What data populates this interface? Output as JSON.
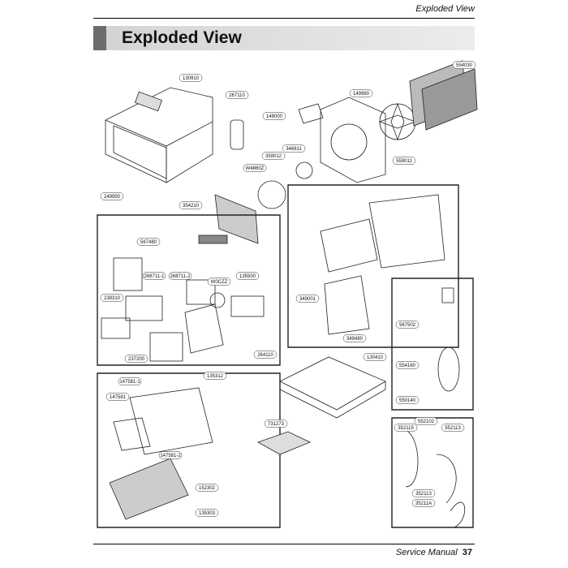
{
  "header": {
    "running_title": "Exploded View"
  },
  "title": "Exploded View",
  "footer": {
    "label": "Service Manual",
    "page_number": "37"
  },
  "part_labels": [
    "130910",
    "267110",
    "149980",
    "554030",
    "148000",
    "346811",
    "359012",
    "559011",
    "W4860Z",
    "249950",
    "354210",
    "567480",
    "268711-1",
    "268711-2",
    "W0CZZ",
    "135500",
    "238310",
    "349001",
    "237200",
    "264110",
    "349480",
    "567502",
    "130410",
    "554160",
    "550140",
    "147581-1",
    "135312",
    "147581",
    "147581-2",
    "731273",
    "152302",
    "135303",
    "352115",
    "552102",
    "552113",
    "352113",
    "35211A"
  ]
}
